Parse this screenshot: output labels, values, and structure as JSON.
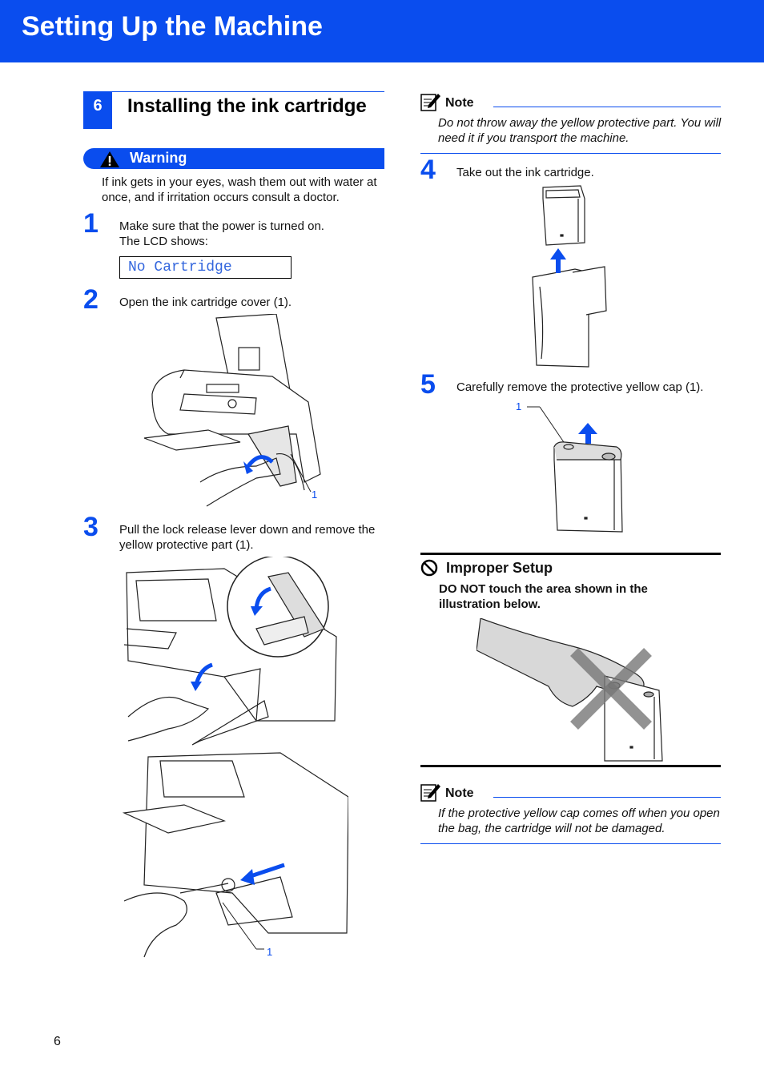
{
  "header": {
    "title": "Setting Up the Machine"
  },
  "section": {
    "number": "6",
    "title": "Installing the ink cartridge"
  },
  "warning": {
    "label": "Warning",
    "text": "If ink gets in your eyes, wash them out with water at once, and if irritation occurs consult a doctor."
  },
  "steps": [
    {
      "number": "1",
      "text": "Make sure that the power is turned on.",
      "text2": "The LCD shows:"
    },
    {
      "number": "2",
      "text": "Open the ink cartridge cover (1)."
    },
    {
      "number": "3",
      "text": "Pull the lock release lever down and remove the yellow protective part (1)."
    },
    {
      "number": "4",
      "text": "Take out the ink cartridge."
    },
    {
      "number": "5",
      "text": "Carefully remove the protective yellow cap (1)."
    }
  ],
  "lcd": {
    "text": "No Cartridge"
  },
  "callout_label": "1",
  "notes": [
    {
      "label": "Note",
      "text": "Do not throw away the yellow protective part. You will need it if you transport the machine."
    },
    {
      "label": "Note",
      "text": "If the protective yellow cap comes off when you open the bag, the cartridge will not be damaged."
    }
  ],
  "improper_setup": {
    "title": "Improper Setup",
    "text": "DO NOT touch the area shown in the illustration below."
  },
  "page_number": "6",
  "colors": {
    "brand_blue": "#0a4dee",
    "lcd_text": "#3366dd"
  },
  "icons": [
    "warning-triangle-icon",
    "note-pencil-icon",
    "prohibited-icon",
    "up-arrow-icon"
  ]
}
